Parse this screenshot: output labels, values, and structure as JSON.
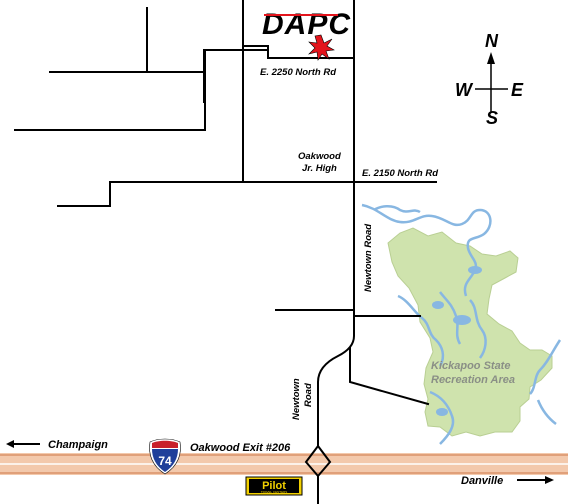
{
  "logo": {
    "text": "DAPC"
  },
  "compass": {
    "north": "N",
    "south": "S",
    "east": "E",
    "west": "W"
  },
  "roads": {
    "e2250": "E. 2250 North Rd",
    "e2150": "E. 2150 North Rd",
    "newtown_road_vertical": "Newtown Road",
    "newtown_road_lower_line1": "Newtown",
    "newtown_road_lower_line2": "Road"
  },
  "landmarks": {
    "oakwood_jr_high_line1": "Oakwood",
    "oakwood_jr_high_line2": "Jr. High",
    "kickapoo_line1": "Kickapoo State",
    "kickapoo_line2": "Recreation Area",
    "pilot": "Pilot",
    "pilot_sub": "TRAVEL CENTERS"
  },
  "highway": {
    "shield_number": "74",
    "exit_label": "Oakwood Exit #206",
    "west_direction": "Champaign",
    "east_direction": "Danville"
  },
  "colors": {
    "park_fill": "#cfe3ad",
    "water": "#88b7e2",
    "highway_fill": "#f3c9ac",
    "highway_edge": "#d9936a",
    "shield_blue": "#1f3f9a",
    "shield_red": "#c8202a",
    "pilot_yellow": "#f2d000",
    "logo_red": "#e3141c"
  },
  "icons": {
    "marker": "star-burst-icon",
    "shield": "interstate-shield-icon",
    "compass": "compass-rose-icon"
  }
}
